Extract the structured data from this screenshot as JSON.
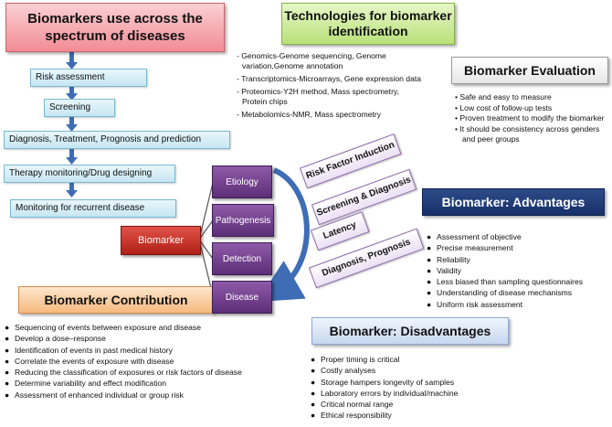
{
  "titles": {
    "uses": "Biomarkers use across the spectrum of diseases",
    "tech": "Technologies for biomarker identification",
    "eval": "Biomarker Evaluation",
    "adv": "Biomarker: Advantages",
    "contrib": "Biomarker Contribution",
    "dis": "Biomarker: Disadvantages"
  },
  "flow_steps": [
    "Risk assessment",
    "Screening",
    "Diagnosis, Treatment, Prognosis and prediction",
    "Therapy monitoring/Drug designing",
    "Monitoring for recurrent disease"
  ],
  "technologies": [
    "- Genomics-Genome sequencing, Genome variation,Genome annotation",
    "- Transcriptomics-Microarrays, Gene expression data",
    "- Proteomics-Y2H method,  Mass spectrometry, Protein chips",
    "- Metabolomics-NMR, Mass spectrometry"
  ],
  "evaluation": [
    "Safe and easy to measure",
    "Low cost of follow-up tests",
    "Proven treatment to modify the biomarker",
    "It should be consistency across genders and peer groups"
  ],
  "center": {
    "biomarker": "Biomarker",
    "nodes": [
      "Etiology",
      "Pathogenesis",
      "Detection",
      "Disease"
    ],
    "stages": [
      "Risk Factor Induction",
      "Screening & Diagnosis",
      "Latency",
      "Diagnosis, Prognosis"
    ]
  },
  "advantages": [
    "Assessment of objective",
    "Precise measurement",
    "Reliability",
    "Validity",
    "Less biased than sampling questionnaires",
    "Understanding of disease mechanisms",
    "Uniform risk assessment"
  ],
  "contribution": [
    "Sequencing of events between exposure and disease",
    "Develop a dose–response",
    "Identification of events in past medical history",
    "Correlate the events of exposure with disease",
    "Reducing the classification of exposures or risk factors of disease",
    "Determine variability and effect modification",
    "Assessment of enhanced individual or group risk"
  ],
  "disadvantages": [
    "Proper timing is critical",
    "Costly analyses",
    "Storage  hampers longevity of samples",
    "Laboratory errors by individual/machine",
    "Critical  normal range",
    "Ethical responsibility"
  ],
  "colors": {
    "uses_title": "#f28c95",
    "tech_title": "#b9e07a",
    "adv_title": "#17306a",
    "contrib_title": "#f6b97d",
    "dis_title": "#c7d7ef",
    "flow_arrow": "#3e6db5",
    "node_purple": "#6b3a87",
    "biomarker_red": "#c0281e"
  }
}
